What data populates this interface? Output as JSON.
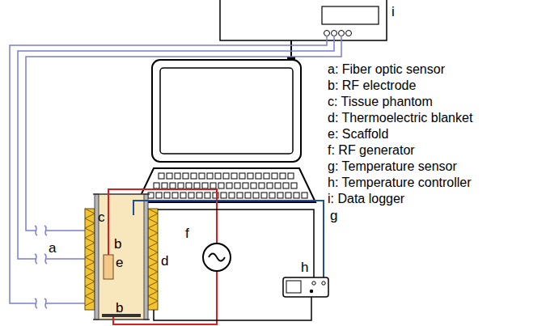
{
  "diagram": {
    "labels": [
      "i",
      "a: Fiber optic sensor",
      "b: RF electrode",
      "c: Tissue phantom",
      "d: Thermoelectric blanket",
      "e: Scaffold",
      "f: RF generator",
      "g: Temperature sensor",
      "h: Temperature controller",
      "i: Data logger",
      "c",
      "f",
      "b",
      "a",
      "e",
      "d",
      "h",
      "g",
      "b"
    ]
  }
}
